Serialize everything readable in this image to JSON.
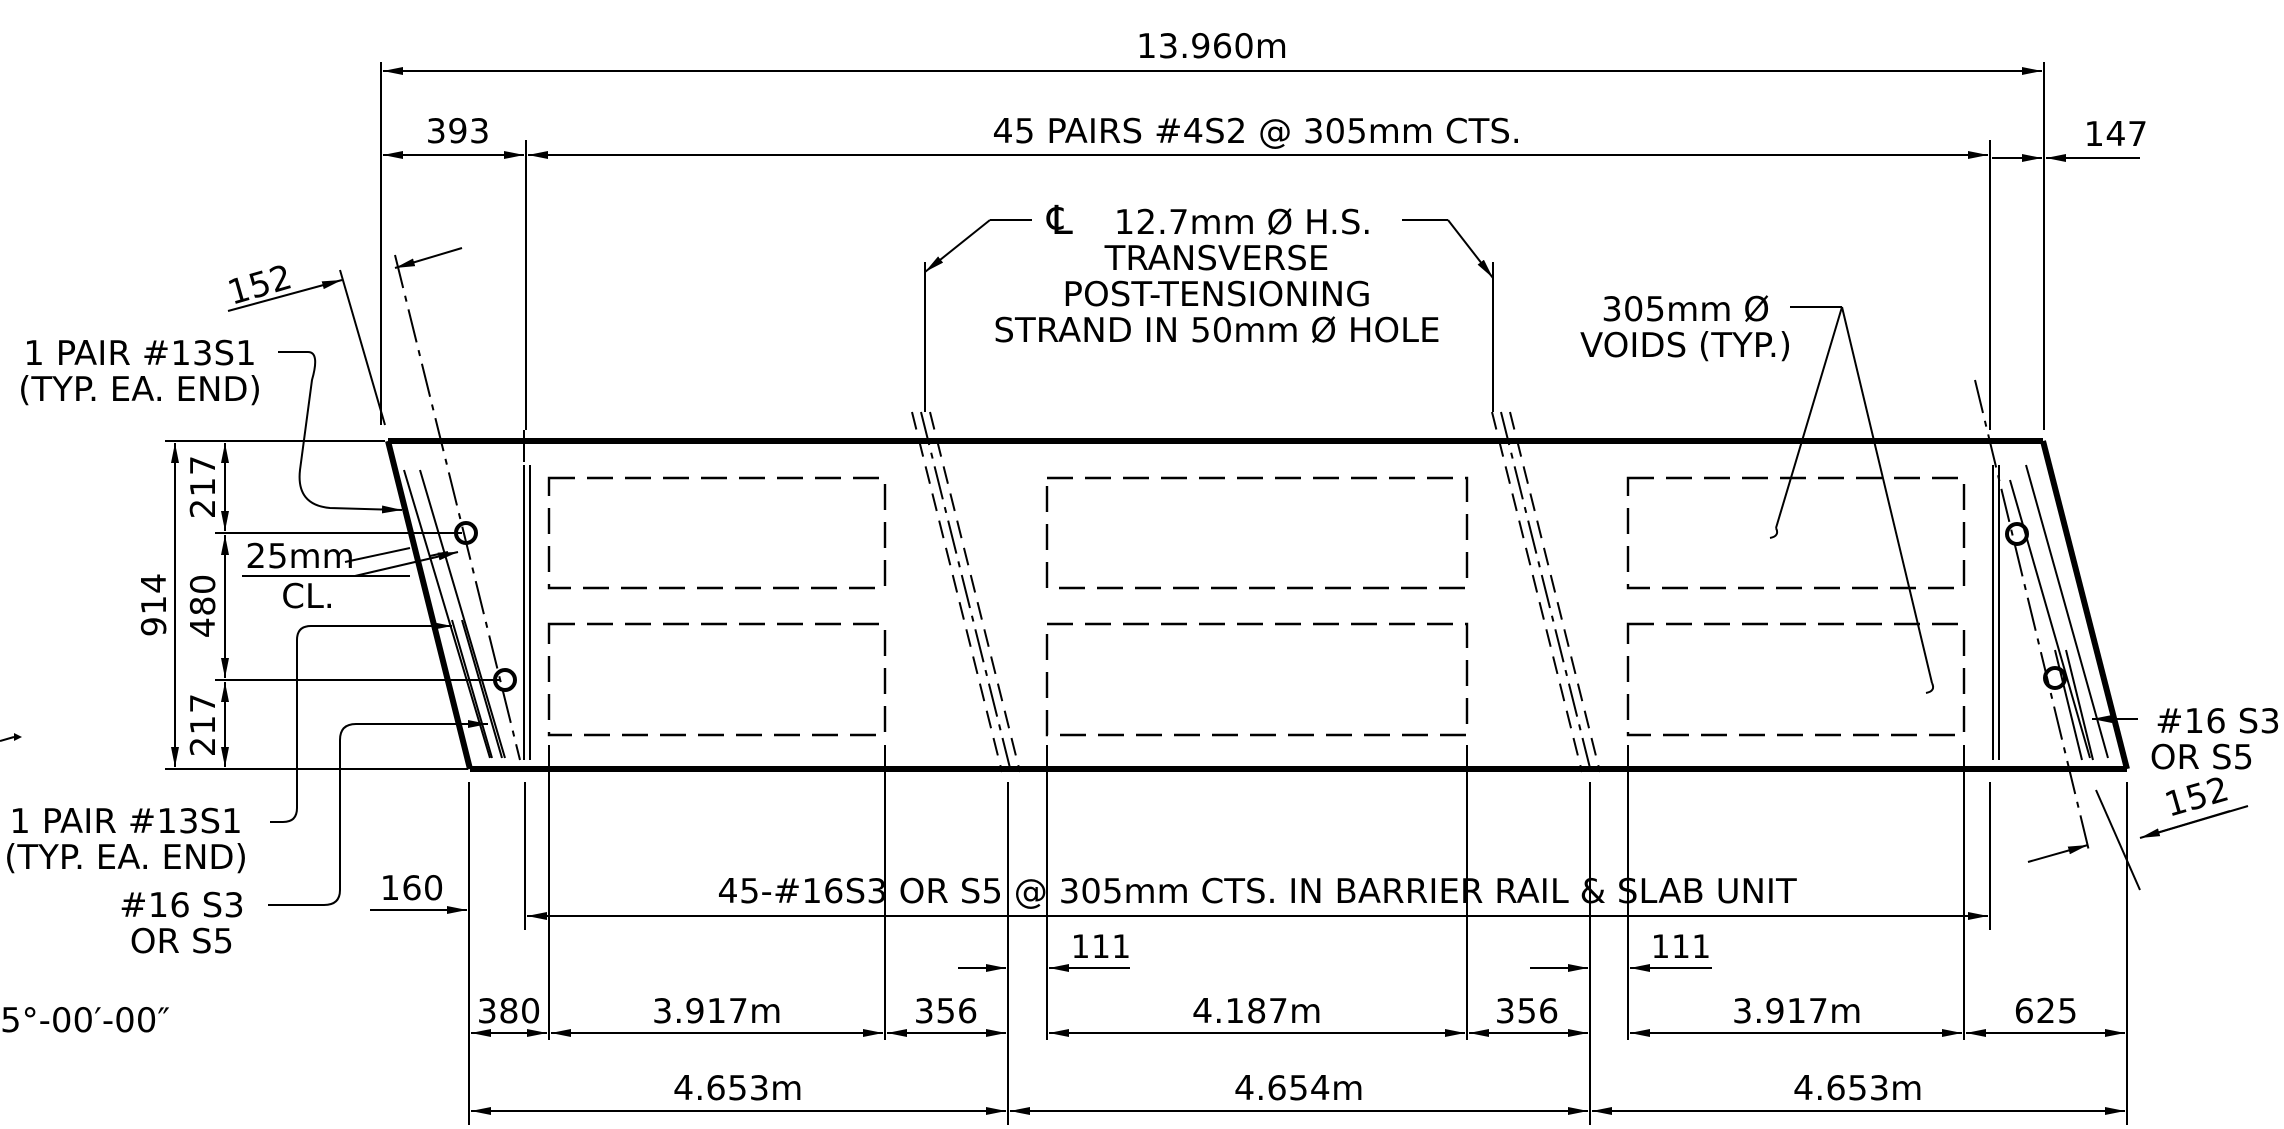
{
  "dimensions": {
    "overall_length": "13.960m",
    "left_offset": "393",
    "right_offset": "147",
    "pairs_spacing": "45 PAIRS #4S2 @ 305mm CTS.",
    "end_skew_top": "152",
    "end_skew_bottom": "152",
    "depth_total": "914",
    "depth_top": "217",
    "depth_middle": "480",
    "depth_bottom": "217",
    "bottom_left": "160",
    "bars_spacing": "45-#16S3 OR S5 @ 305mm CTS. IN BARRIER RAIL & SLAB UNIT",
    "gap_111_left": "111",
    "gap_111_right": "111",
    "seg_380": "380",
    "seg_void1": "3.917m",
    "seg_356_left": "356",
    "seg_void2": "4.187m",
    "seg_356_right": "356",
    "seg_void3": "3.917m",
    "seg_625": "625",
    "thirds_1": "4.653m",
    "thirds_2": "4.654m",
    "thirds_3": "4.653m"
  },
  "notes": {
    "strand_line1": "12.7mm  Ø H.S.",
    "strand_line2": "TRANSVERSE",
    "strand_line3": "POST-TENSIONING",
    "strand_line4": "STRAND IN 50mm  Ø HOLE",
    "centerline_symbol": "℄",
    "voids_line1": "305mm  Ø",
    "voids_line2": "VOIDS (TYP.)",
    "top_pair_line1": "1 PAIR #13S1",
    "top_pair_line2": "(TYP. EA. END)",
    "cover_line1": "25mm",
    "cover_line2": "CL.",
    "bottom_pair_line1": "1 PAIR #13S1",
    "bottom_pair_line2": "(TYP. EA. END)",
    "left_bar_line1": "#16  S3",
    "left_bar_line2": "OR S5",
    "right_bar_line1": "#16  S3",
    "right_bar_line2": "OR S5",
    "skew_angle": "5°-00′-00″"
  }
}
